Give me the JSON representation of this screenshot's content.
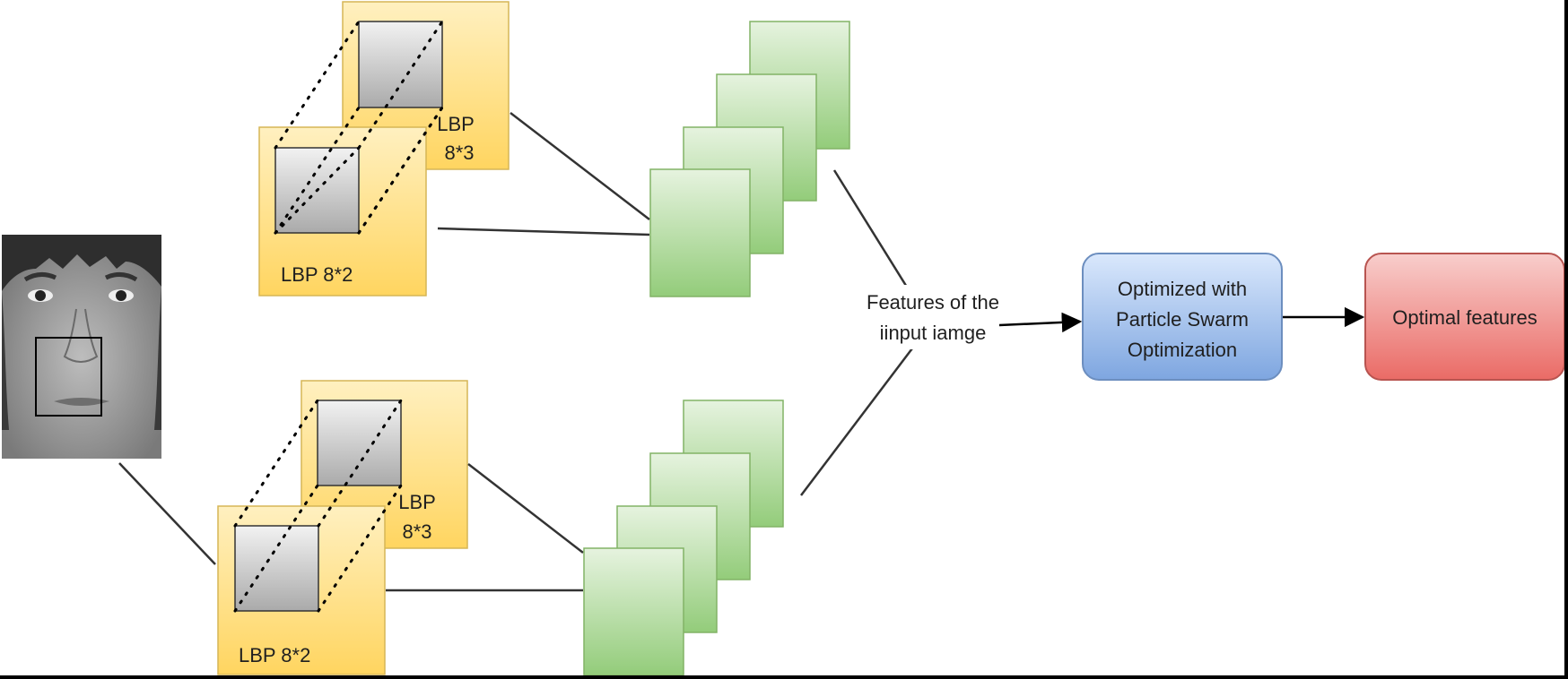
{
  "colors": {
    "lbp_fill_top": "#FFF0C0",
    "lbp_fill_bottom": "#FFD560",
    "lbp_stroke": "#D6B656",
    "patch_top": "#F2F2F2",
    "patch_bottom": "#AAAAAA",
    "feature_top": "#E6F3DF",
    "feature_bottom": "#93CC7A",
    "feature_stroke": "#82B366",
    "pso_top": "#DAE8FC",
    "pso_bottom": "#7EA6E0",
    "pso_stroke": "#6C8EBF",
    "optimal_top": "#F8CECC",
    "optimal_bottom": "#EA6B66",
    "optimal_stroke": "#B85450"
  },
  "input_image": {
    "icon": "face-photo-icon"
  },
  "upper_branch": {
    "lbp_front": {
      "label": "LBP 8*2"
    },
    "lbp_back": {
      "label_line1": "LBP",
      "label_line2": "8*3"
    }
  },
  "lower_branch": {
    "lbp_front": {
      "label": "LBP 8*2"
    },
    "lbp_back": {
      "label_line1": "LBP",
      "label_line2": "8*3"
    }
  },
  "features_label": {
    "line1": "Features of the",
    "line2": "iinput iamge"
  },
  "pso_box": {
    "line1": "Optimized with",
    "line2": "Particle Swarm",
    "line3": "Optimization"
  },
  "optimal_box": {
    "label": "Optimal features"
  }
}
